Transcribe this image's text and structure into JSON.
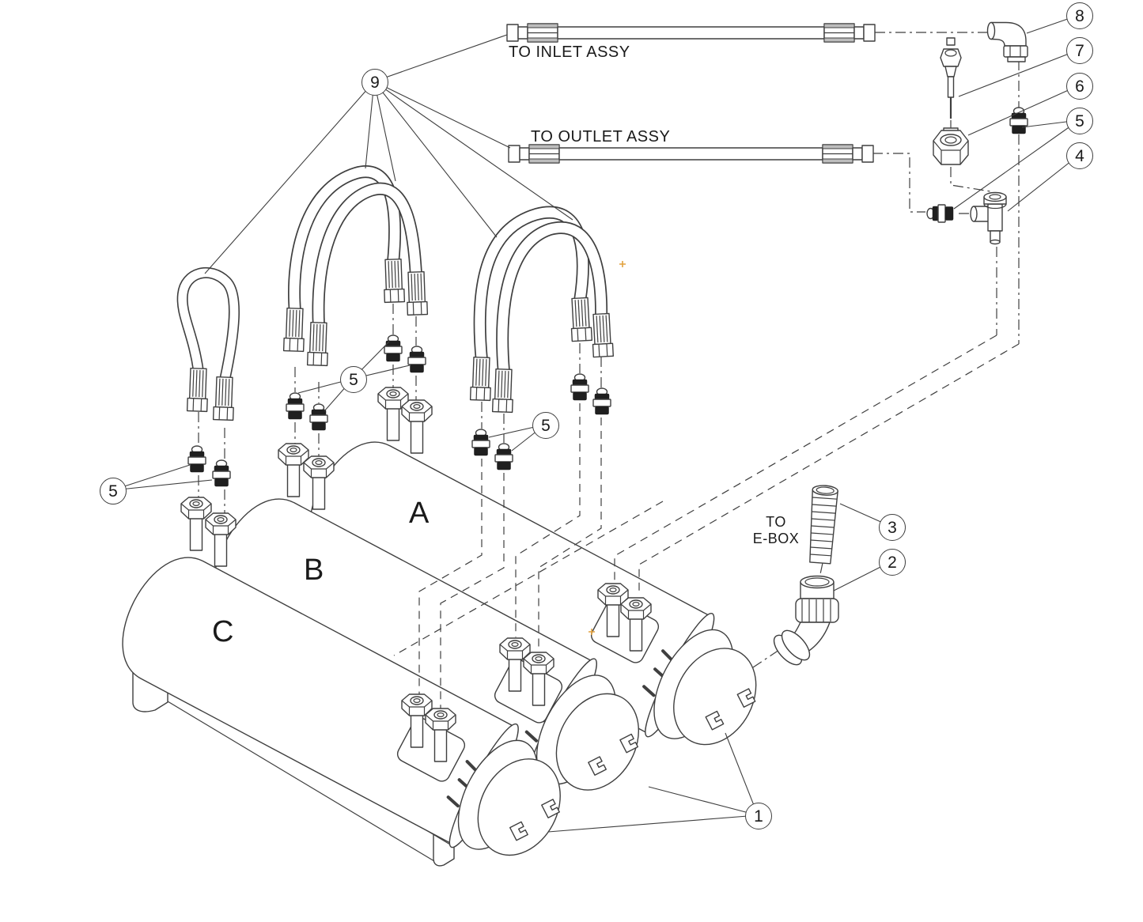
{
  "colors": {
    "background": "#ffffff",
    "line": "#3f3f3f",
    "dark_fitting": "#1f1f1f",
    "accent_mark": "#E2A13E"
  },
  "labels": {
    "inlet": "TO INLET ASSY",
    "outlet": "TO OUTLET ASSY",
    "ebox_line1": "TO",
    "ebox_line2": "E-BOX"
  },
  "vessels": [
    {
      "label": "A"
    },
    {
      "label": "B"
    },
    {
      "label": "C"
    }
  ],
  "callouts": [
    {
      "number": "9"
    },
    {
      "number": "8"
    },
    {
      "number": "7"
    },
    {
      "number": "6"
    },
    {
      "number": "5"
    },
    {
      "number": "4"
    },
    {
      "number": "5"
    },
    {
      "number": "5"
    },
    {
      "number": "5"
    },
    {
      "number": "3"
    },
    {
      "number": "2"
    },
    {
      "number": "1"
    }
  ]
}
